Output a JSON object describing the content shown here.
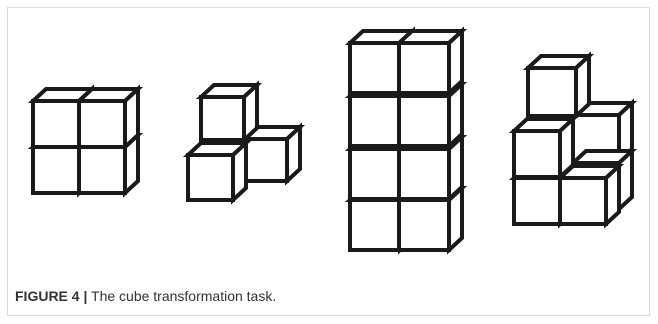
{
  "figure": {
    "label": "FIGURE 4 |",
    "caption": "The cube transformation task."
  },
  "colors": {
    "cube_stroke": "#1a1a1a",
    "cube_fill": "#ffffff",
    "frame_border": "#d6dbe0",
    "caption_text": "#333333"
  },
  "cube_figures": [
    {
      "name": "cube-figure-2x2-block",
      "cube_count": 4
    },
    {
      "name": "cube-figure-l-shape",
      "cube_count": 3
    },
    {
      "name": "cube-figure-tall-tower",
      "cube_count": 8
    },
    {
      "name": "cube-figure-stepped-stack",
      "cube_count": 5
    }
  ]
}
